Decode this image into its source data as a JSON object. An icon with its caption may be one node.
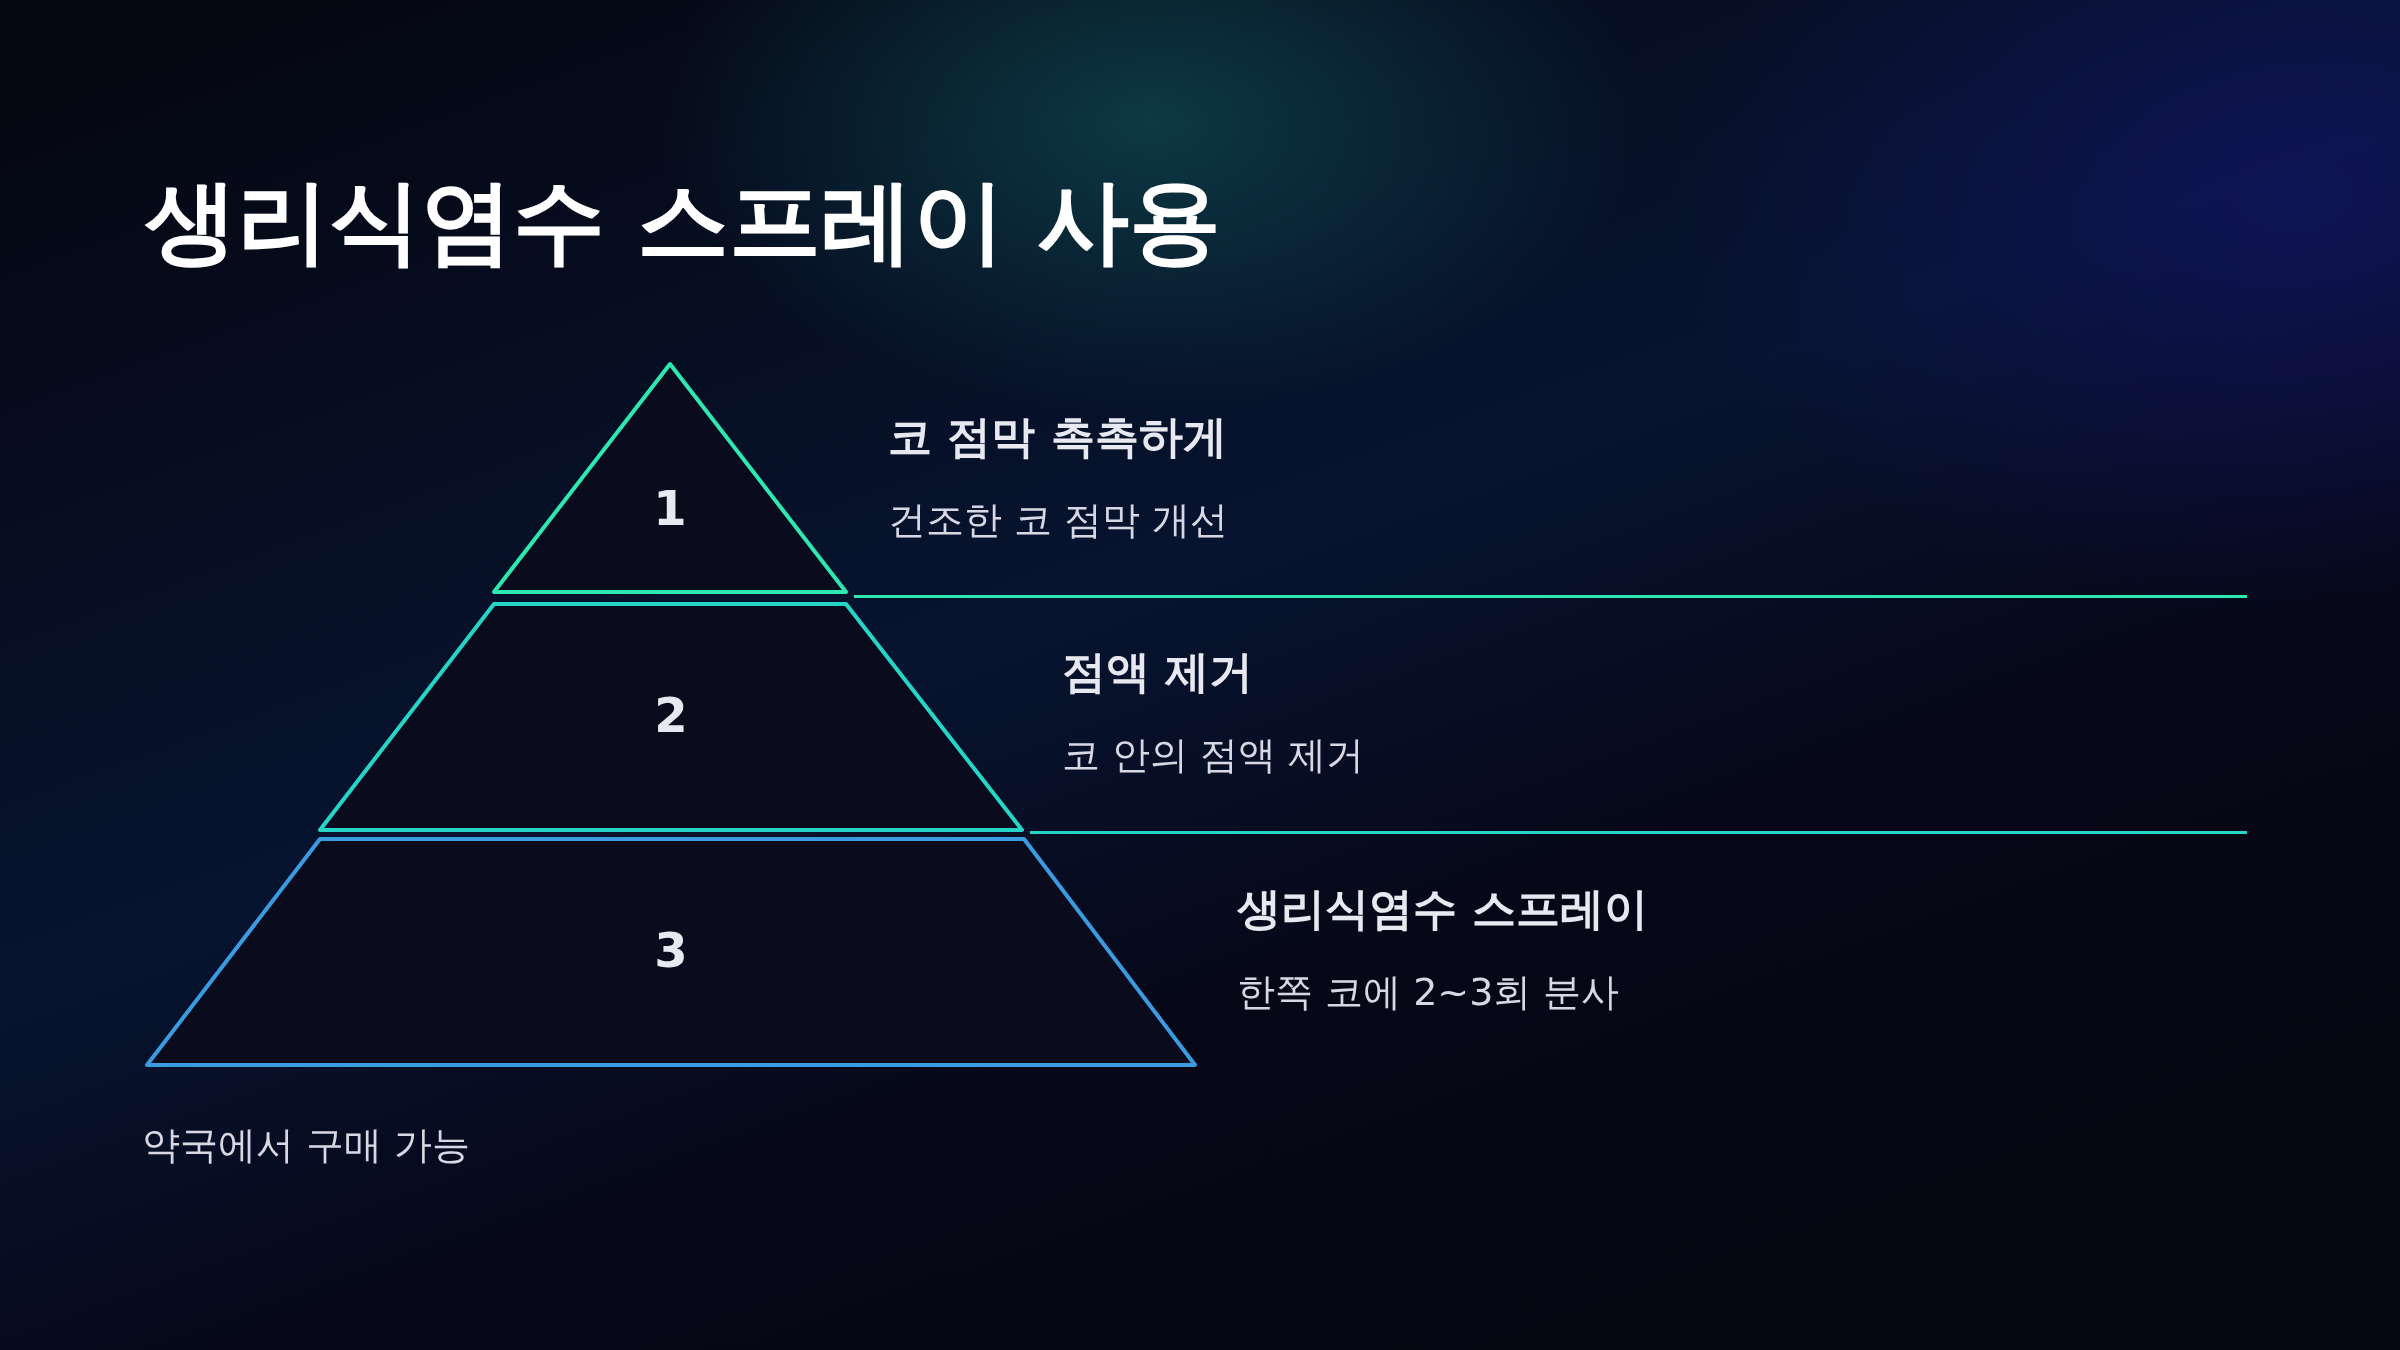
{
  "diagram": {
    "title": "생리식염수 스프레이 사용",
    "nodes": [
      {
        "text": [
          "1"
        ],
        "beside": [
          "코 점막 촉촉하게",
          "건조한 코 점막 개선"
        ]
      },
      {
        "text": [
          "2"
        ],
        "beside": [
          "점액 제거",
          "코 안의 점액 제거"
        ]
      },
      {
        "text": [
          "3"
        ],
        "beside": [
          "생리식염수 스프레이",
          "한쪽 코에 2~3회 분사"
        ]
      }
    ],
    "labels": [
      "약국에서 구매 가능"
    ]
  }
}
